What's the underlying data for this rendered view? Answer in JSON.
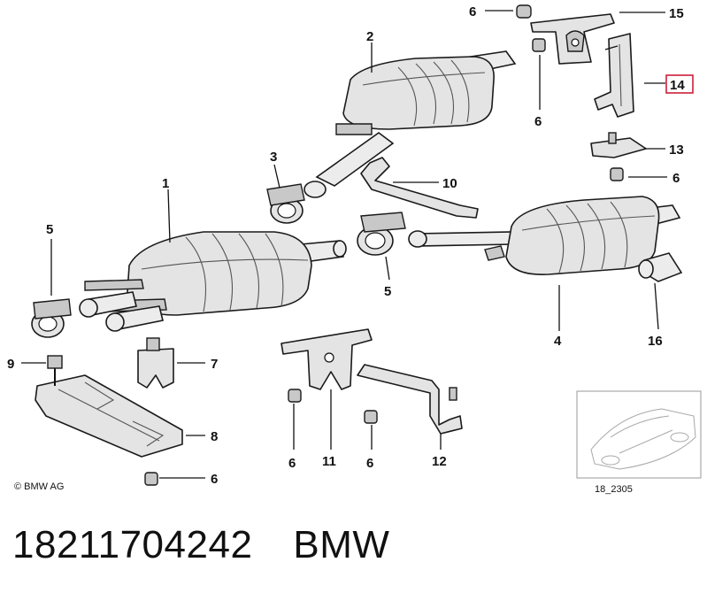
{
  "diagram": {
    "callouts": {
      "c1": "1",
      "c2": "2",
      "c3": "3",
      "c4": "4",
      "c5a": "5",
      "c5b": "5",
      "c6a": "6",
      "c6b": "6",
      "c6c": "6",
      "c6d": "6",
      "c6e": "6",
      "c6f": "6",
      "c7": "7",
      "c8": "8",
      "c9": "9",
      "c10": "10",
      "c11": "11",
      "c12": "12",
      "c13": "13",
      "c14": "14",
      "c15": "15",
      "c16": "16"
    },
    "highlighted_part": "14",
    "highlight_color": "#cc1f3a",
    "copyright": "© BMW AG",
    "diagram_code": "18_2305"
  },
  "footer": {
    "part_number": "18211704242",
    "brand": "BMW"
  }
}
